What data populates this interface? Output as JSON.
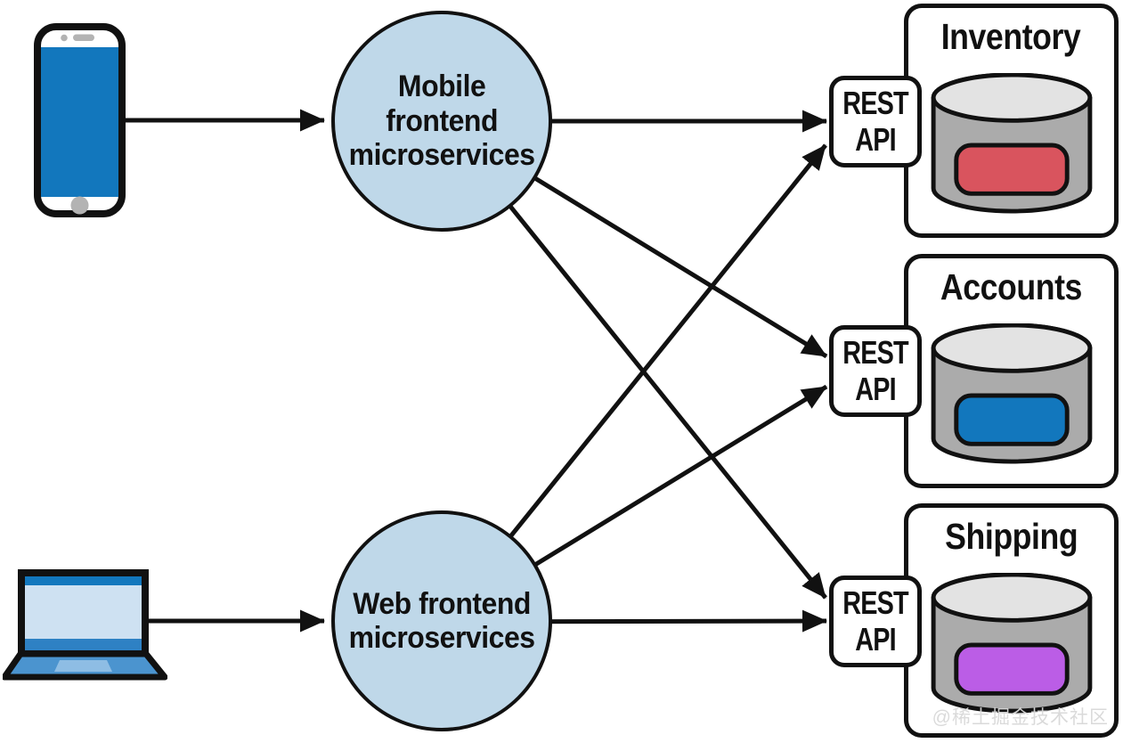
{
  "diagram": {
    "nodes": {
      "mobile_frontend": {
        "line1": "Mobile",
        "line2": "frontend",
        "line3": "microservices"
      },
      "web_frontend": {
        "line1": "Web frontend",
        "line2": "microservices"
      }
    },
    "services": [
      {
        "title": "Inventory",
        "db_color": "#d9545e"
      },
      {
        "title": "Accounts",
        "db_color": "#1277bd"
      },
      {
        "title": "Shipping",
        "db_color": "#bb5de6"
      }
    ],
    "rest_api": {
      "line1": "REST",
      "line2": "API"
    },
    "watermark": "@稀土掘金技术社区",
    "colors": {
      "outline": "#111111",
      "node_fill": "#bfd8e9",
      "device_blue": "#1277bd",
      "laptop_screen": "#cee1f2",
      "laptop_base": "#4b94cf",
      "db_body": "#ababab",
      "db_top": "#e3e3e3"
    }
  }
}
